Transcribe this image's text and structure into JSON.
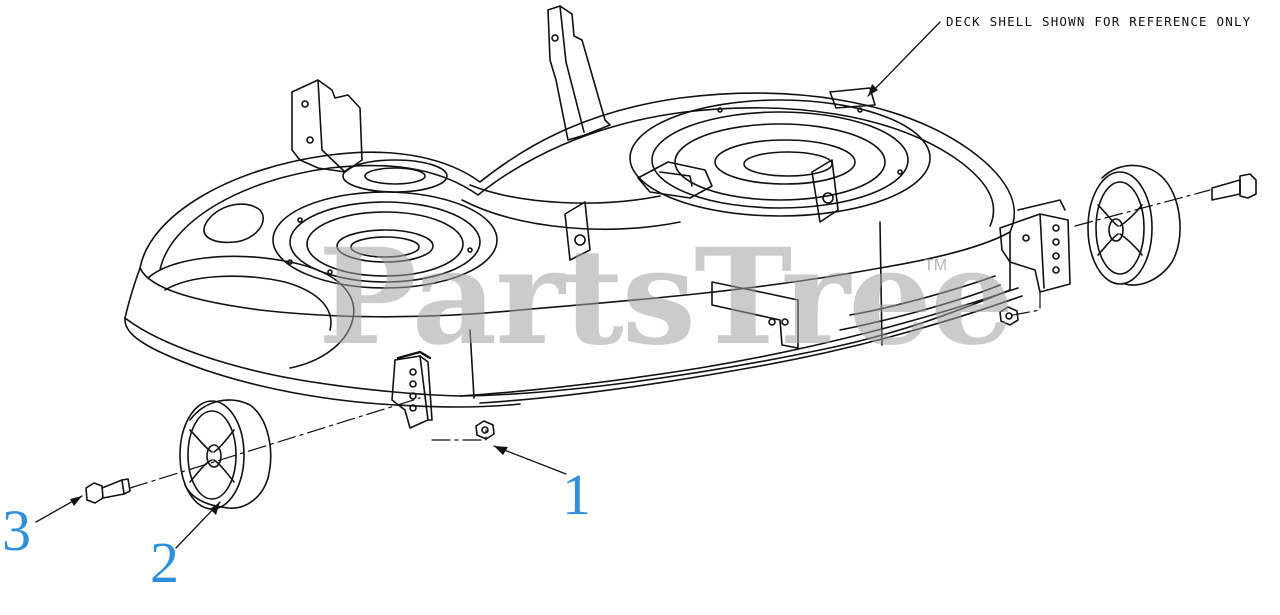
{
  "diagram": {
    "note": "DECK SHELL SHOWN FOR REFERENCE ONLY",
    "callouts": {
      "c1": "1",
      "c2": "2",
      "c3": "3"
    },
    "watermark": {
      "brand": "PartsTree",
      "trademark": "TM"
    },
    "colors": {
      "callout": "#2f8fdf",
      "line_art": "#111111",
      "watermark": "#a0a0a0",
      "background": "#ffffff"
    }
  }
}
